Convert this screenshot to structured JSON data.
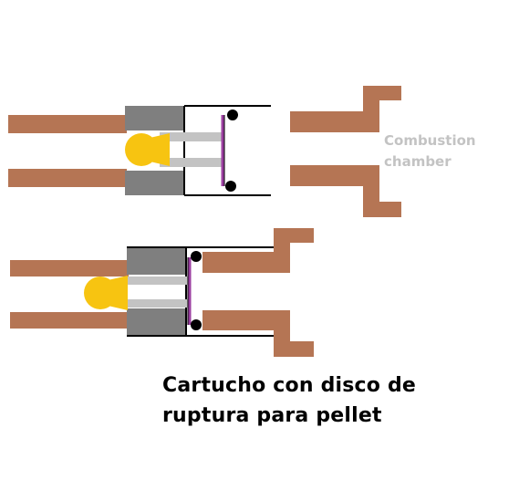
{
  "labels": {
    "combustion_line1": "Combustion",
    "combustion_line2": "chamber"
  },
  "caption": {
    "line1": "Cartucho con disco de",
    "line2": "ruptura para pellet"
  },
  "colors": {
    "copper": "#b57554",
    "gray_body": "#7f7f7f",
    "light_gray": "#c3c3c3",
    "pellet": "#f7c411",
    "disc": "#9b3fa0",
    "seal": "#000000",
    "label_gray": "#c3c3c3"
  }
}
